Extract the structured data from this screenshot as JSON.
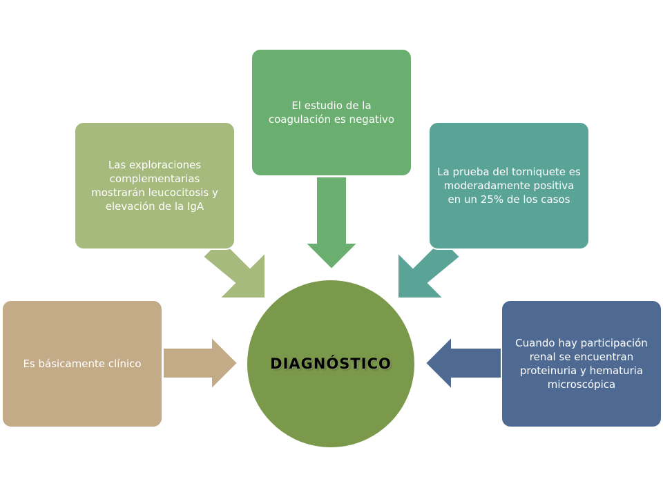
{
  "center": {
    "label": "DIAGNÓSTICO",
    "color": "#7b994a"
  },
  "boxes": {
    "left": {
      "text": "Es básicamente clínico",
      "color": "#c3ab88"
    },
    "upper_left": {
      "text": "Las exploraciones complementarias mostrarán leucocitosis y elevación de la IgA",
      "color": "#a5ba7c"
    },
    "top": {
      "text": "El estudio de la coagulación es negativo",
      "color": "#6aaf6f"
    },
    "upper_right": {
      "text": "La prueba del torniquete es moderadamente positiva en un 25% de los casos",
      "color": "#5aa397"
    },
    "right": {
      "text": "Cuando hay participación renal se encuentran proteinuria y hematuria microscópica",
      "color": "#4f6a92"
    }
  }
}
